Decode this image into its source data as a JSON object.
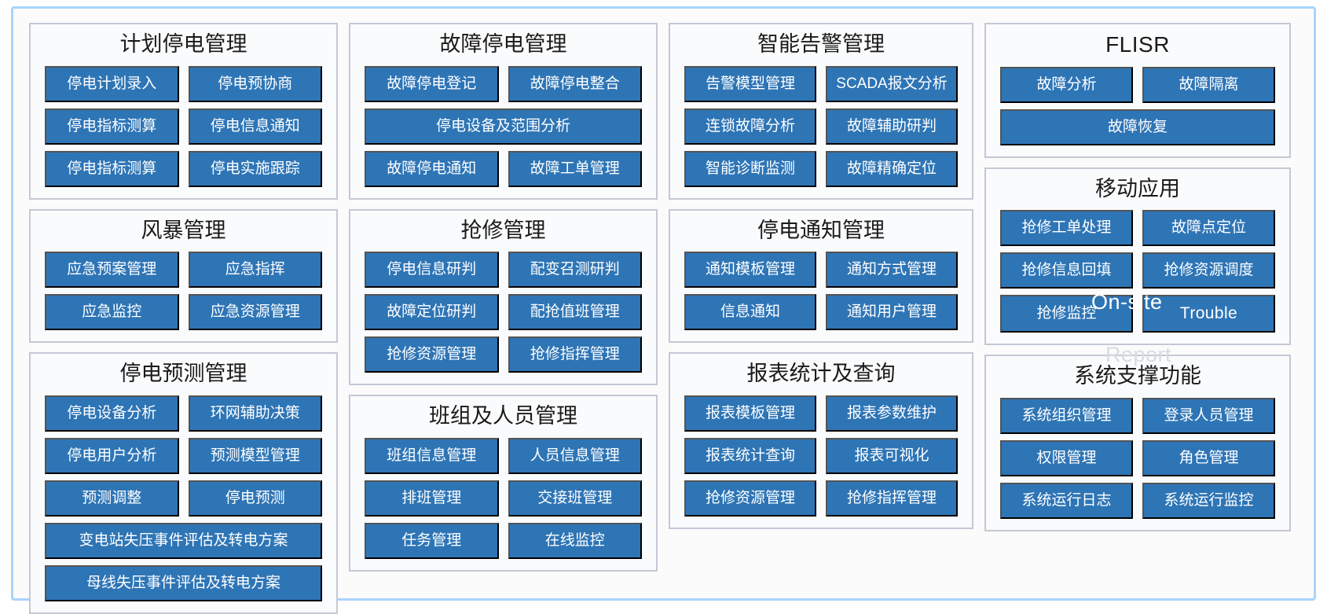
{
  "theme": {
    "frame_border": "#a8d4fb",
    "card_border": "#c3c8d4",
    "button_bg": "#2e75b6",
    "button_text": "#ffffff",
    "title_text": "#1a1a1a",
    "page_bg": "#fbfbfb"
  },
  "overlays": {
    "on_site": "On-site",
    "report": "Report"
  },
  "columns": [
    {
      "cards": [
        {
          "title": "计划停电管理",
          "rows": [
            [
              "停电计划录入",
              "停电预协商"
            ],
            [
              "停电指标测算",
              "停电信息通知"
            ],
            [
              "停电指标测算",
              "停电实施跟踪"
            ]
          ]
        },
        {
          "title": "风暴管理",
          "rows": [
            [
              "应急预案管理",
              "应急指挥"
            ],
            [
              "应急监控",
              "应急资源管理"
            ]
          ]
        },
        {
          "title": "停电预测管理",
          "rows": [
            [
              "停电设备分析",
              "环网辅助决策"
            ],
            [
              "停电用户分析",
              "预测模型管理"
            ],
            [
              "预测调整",
              "停电预测"
            ],
            [
              "变电站失压事件评估及转电方案"
            ],
            [
              "母线失压事件评估及转电方案"
            ]
          ]
        }
      ]
    },
    {
      "cards": [
        {
          "title": "故障停电管理",
          "rows": [
            [
              "故障停电登记",
              "故障停电整合"
            ],
            [
              "停电设备及范围分析"
            ],
            [
              "故障停电通知",
              "故障工单管理"
            ]
          ]
        },
        {
          "title": "抢修管理",
          "rows": [
            [
              "停电信息研判",
              "配变召测研判"
            ],
            [
              "故障定位研判",
              "配抢值班管理"
            ],
            [
              "抢修资源管理",
              "抢修指挥管理"
            ]
          ]
        },
        {
          "title": "班组及人员管理",
          "rows": [
            [
              "班组信息管理",
              "人员信息管理"
            ],
            [
              "排班管理",
              "交接班管理"
            ],
            [
              "任务管理",
              "在线监控"
            ]
          ]
        }
      ]
    },
    {
      "cards": [
        {
          "title": "智能告警管理",
          "rows": [
            [
              "告警模型管理",
              "SCADA报文分析"
            ],
            [
              "连锁故障分析",
              "故障辅助研判"
            ],
            [
              "智能诊断监测",
              "故障精确定位"
            ]
          ]
        },
        {
          "title": "停电通知管理",
          "rows": [
            [
              "通知模板管理",
              "通知方式管理"
            ],
            [
              "信息通知",
              "通知用户管理"
            ]
          ]
        },
        {
          "title": "报表统计及查询",
          "rows": [
            [
              "报表模板管理",
              "报表参数维护"
            ],
            [
              "报表统计查询",
              "报表可视化"
            ],
            [
              "抢修资源管理",
              "抢修指挥管理"
            ]
          ]
        }
      ]
    },
    {
      "cards": [
        {
          "title": "FLISR",
          "title_latin": true,
          "rows": [
            [
              "故障分析",
              "故障隔离"
            ],
            [
              "故障恢复"
            ]
          ]
        },
        {
          "title": "移动应用",
          "rows": [
            [
              "抢修工单处理",
              "故障点定位"
            ],
            [
              "抢修信息回填",
              "抢修资源调度"
            ],
            [
              "抢修监控",
              "Trouble"
            ]
          ]
        },
        {
          "title": "系统支撑功能",
          "rows": [
            [
              "系统组织管理",
              "登录人员管理"
            ],
            [
              "权限管理",
              "角色管理"
            ],
            [
              "系统运行日志",
              "系统运行监控"
            ]
          ]
        }
      ]
    }
  ]
}
